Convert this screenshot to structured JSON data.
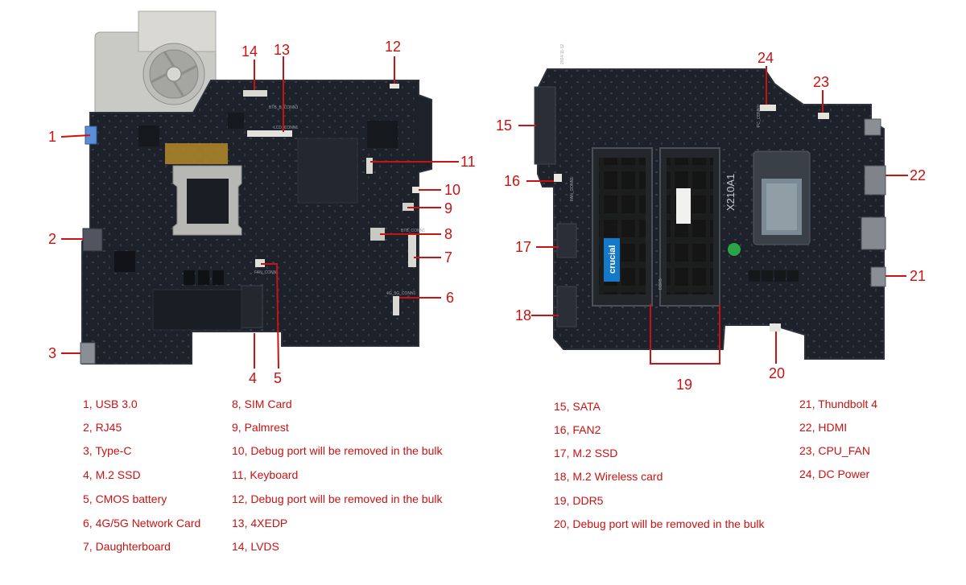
{
  "colors": {
    "label_red": "#cc1111",
    "board_dark": "#1d2129",
    "board_edge": "#2b303a",
    "heatsink": "#c8c8c4",
    "port_metal": "#8a8f96",
    "ram_green": "#2f3a33",
    "crucial_blue": "#1679c8",
    "die": "#7a8b95"
  },
  "left_board": {
    "silkscreen": [
      "BTB_B_CONN3",
      "LCD_CONN1",
      "FAN_CONN1",
      "4G_5G_CONN1",
      "BTB_CONN1"
    ]
  },
  "right_board": {
    "silkscreen": [
      "X210A1",
      "2024-11-12",
      "PC_CONN1",
      "FAN_CONN1",
      "DDR5"
    ],
    "ram_brand": "crucial"
  },
  "callouts": [
    {
      "num": "1"
    },
    {
      "num": "2"
    },
    {
      "num": "3"
    },
    {
      "num": "4"
    },
    {
      "num": "5"
    },
    {
      "num": "6"
    },
    {
      "num": "7"
    },
    {
      "num": "8"
    },
    {
      "num": "9"
    },
    {
      "num": "10"
    },
    {
      "num": "11"
    },
    {
      "num": "12"
    },
    {
      "num": "13"
    },
    {
      "num": "14"
    },
    {
      "num": "15"
    },
    {
      "num": "16"
    },
    {
      "num": "17"
    },
    {
      "num": "18"
    },
    {
      "num": "19"
    },
    {
      "num": "20"
    },
    {
      "num": "21"
    },
    {
      "num": "22"
    },
    {
      "num": "23"
    },
    {
      "num": "24"
    }
  ],
  "legend": {
    "col1": [
      "1, USB 3.0",
      "2, RJ45",
      "3, Type-C",
      "4, M.2 SSD",
      "5, CMOS battery",
      "6, 4G/5G Network Card",
      "7, Daughterboard"
    ],
    "col2": [
      "8, SIM Card",
      "9, Palmrest",
      "10, Debug port will be removed in the bulk",
      "11, Keyboard",
      "12, Debug port will be removed in the bulk",
      "13, 4XEDP",
      "14, LVDS"
    ],
    "col3": [
      "15, SATA",
      "16, FAN2",
      "17, M.2 SSD",
      "18, M.2 Wireless card",
      "19, DDR5",
      "20, Debug port will be removed in the bulk"
    ],
    "col4": [
      "21, Thundbolt 4",
      "22, HDMI",
      "23, CPU_FAN",
      "24, DC Power"
    ]
  }
}
